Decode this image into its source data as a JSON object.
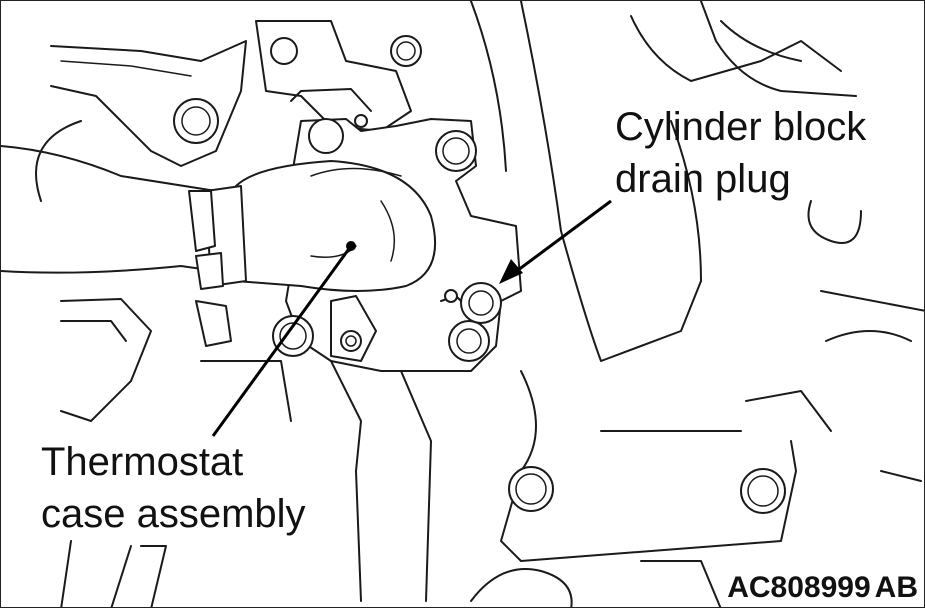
{
  "labels": {
    "cylinder_block_line1": "Cylinder block",
    "cylinder_block_line2": "drain plug",
    "thermostat_line1": "Thermostat",
    "thermostat_line2": "case assembly"
  },
  "figure_code": {
    "number": "AC808999",
    "suffix": "AB"
  },
  "colors": {
    "line": "#1a1a1a",
    "background": "#ffffff"
  }
}
